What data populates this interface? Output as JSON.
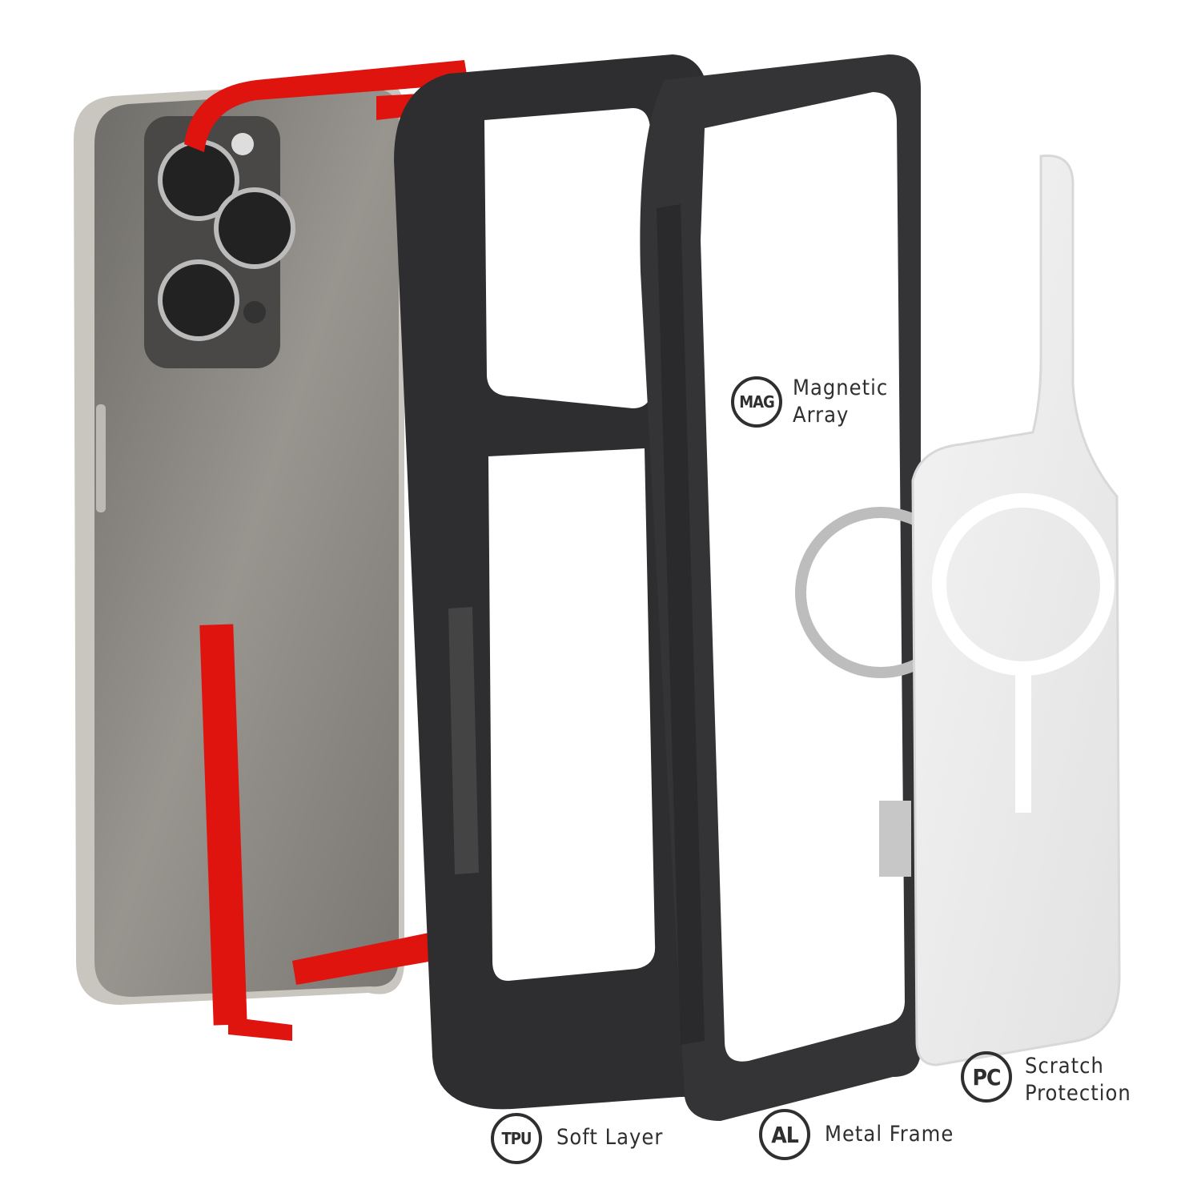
{
  "labels": {
    "mag": {
      "badge": "MAG",
      "line1": "Magnetic",
      "line2": "Array"
    },
    "tpu": {
      "badge": "TPU",
      "text": "Soft Layer"
    },
    "al": {
      "badge": "AL",
      "text": "Metal Frame"
    },
    "pc": {
      "badge": "PC",
      "line1": "Scratch",
      "line2": "Protection"
    }
  },
  "colors": {
    "accent_red": "#e0140f",
    "case_dark": "#2e2e30",
    "phone_body": "#8a8884",
    "label_text": "#2f2f2f"
  }
}
